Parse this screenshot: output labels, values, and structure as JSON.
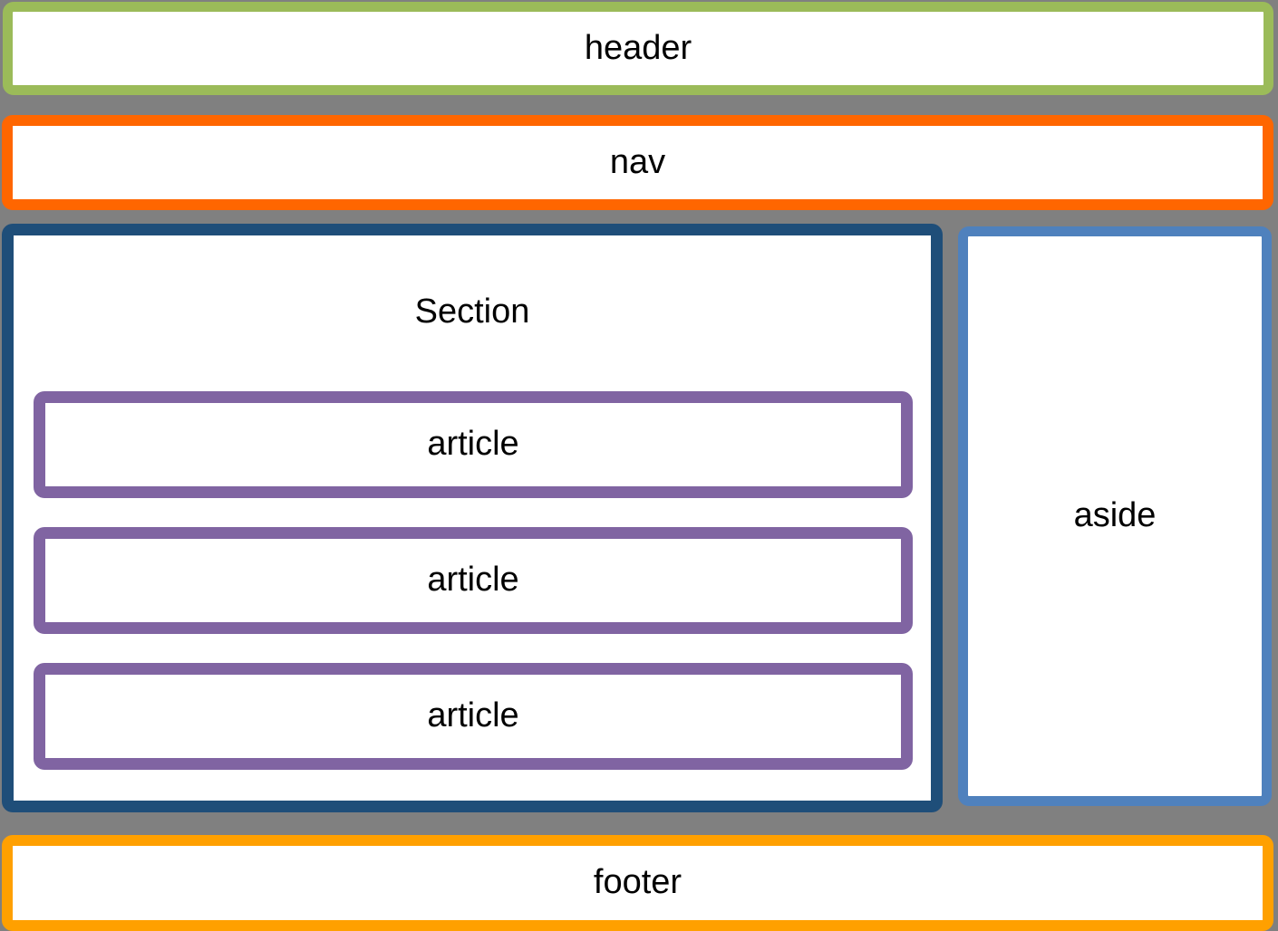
{
  "diagram": {
    "background": "#808080",
    "box_fill": "#FFFFFF",
    "text_color": "#000000",
    "header": {
      "label": "header",
      "border_color": "#9BBB59"
    },
    "nav": {
      "label": "nav",
      "border_color": "#FF6600"
    },
    "section": {
      "label": "Section",
      "border_color": "#1F4E79"
    },
    "articles": [
      {
        "label": "article"
      },
      {
        "label": "article"
      },
      {
        "label": "article"
      }
    ],
    "article_border_color": "#8064A2",
    "aside": {
      "label": "aside",
      "border_color": "#4F81BD"
    },
    "footer": {
      "label": "footer",
      "border_color": "#FFA000"
    }
  }
}
